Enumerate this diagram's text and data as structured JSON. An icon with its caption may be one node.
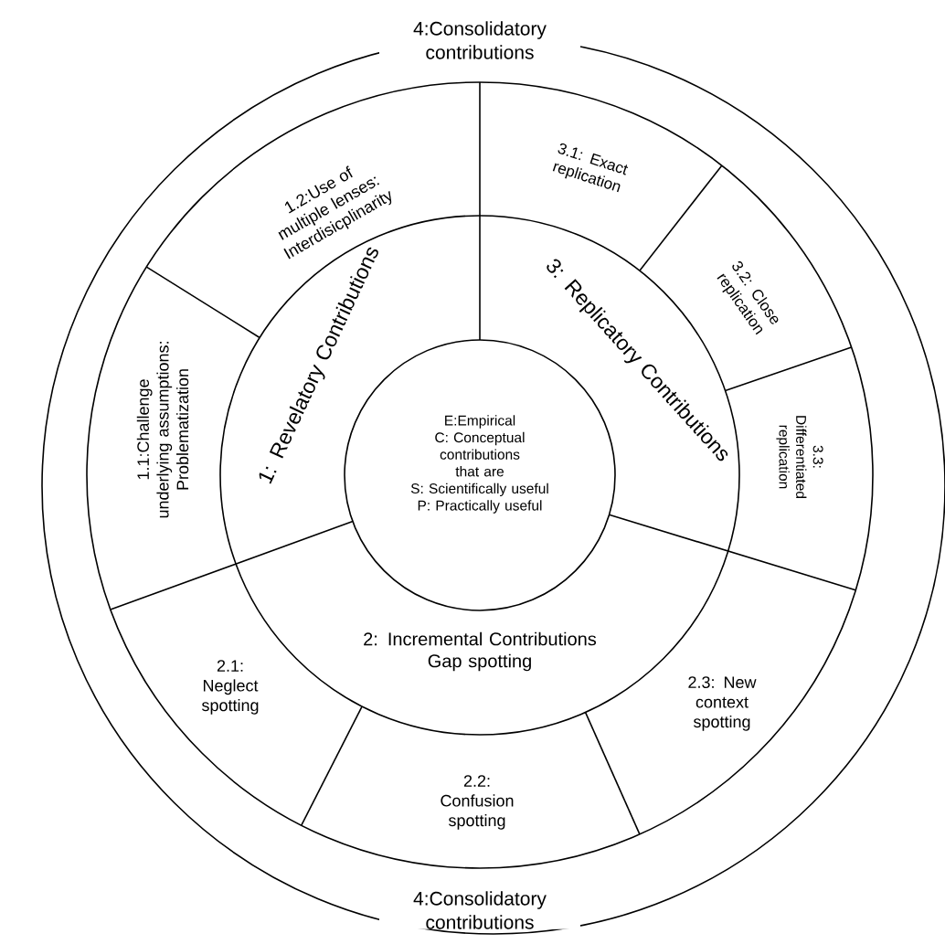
{
  "diagram": {
    "nodes": [
      {
        "text": [
          "4:Consolidatory contributions",
          "4:Consolidatory contributions"
        ]
      },
      {
        "text": [
          "E:Empirical",
          "C: Conceptual contributions that are",
          "S: Scientifically useful",
          "P: Practically useful"
        ],
        "in": 0
      },
      {
        "text": [
          "1: Revelatory Contributions"
        ],
        "in": 0
      },
      {
        "text": [
          "2: Incremental Contributions",
          "Gap spotting"
        ],
        "in": 0
      },
      {
        "text": [
          "3: Replicatory Contributions"
        ],
        "in": 0
      },
      {
        "text": [
          "1.1:Challenge underlying assumptions: Problematization"
        ],
        "in": 0
      },
      {
        "text": [
          "1.2:Use of multiple lenses: Interdisicplinarity"
        ],
        "in": 0
      },
      {
        "text": [
          "3.1: Exact replication"
        ],
        "in": 0
      },
      {
        "text": [
          "3.2: Close replication"
        ],
        "in": 0
      },
      {
        "text": [
          "3.3: Differentiated replication"
        ],
        "in": 0
      },
      {
        "text": [
          "2.3: New context spotting"
        ],
        "in": 0
      },
      {
        "text": [
          "2.2: Confusion spotting"
        ],
        "in": 0
      },
      {
        "text": [
          "2.1: Neglect spotting"
        ],
        "in": 0
      }
    ]
  }
}
